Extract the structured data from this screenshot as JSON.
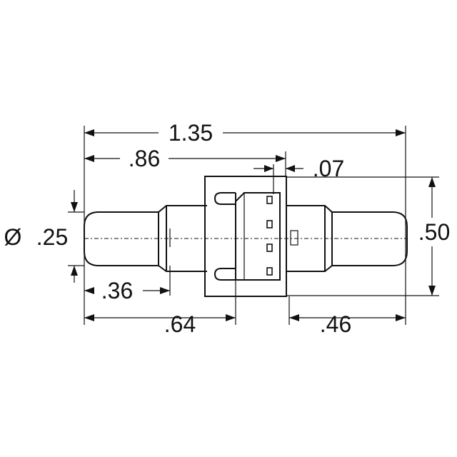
{
  "dimensions": {
    "overall_length": "1.35",
    "to_housing_edge": ".86",
    "housing_lip": ".07",
    "diameter_symbol": "Ø",
    "diameter": ".25",
    "height": ".50",
    "left_pin": ".36",
    "to_body_edge": ".64",
    "right_pin": ".46"
  }
}
